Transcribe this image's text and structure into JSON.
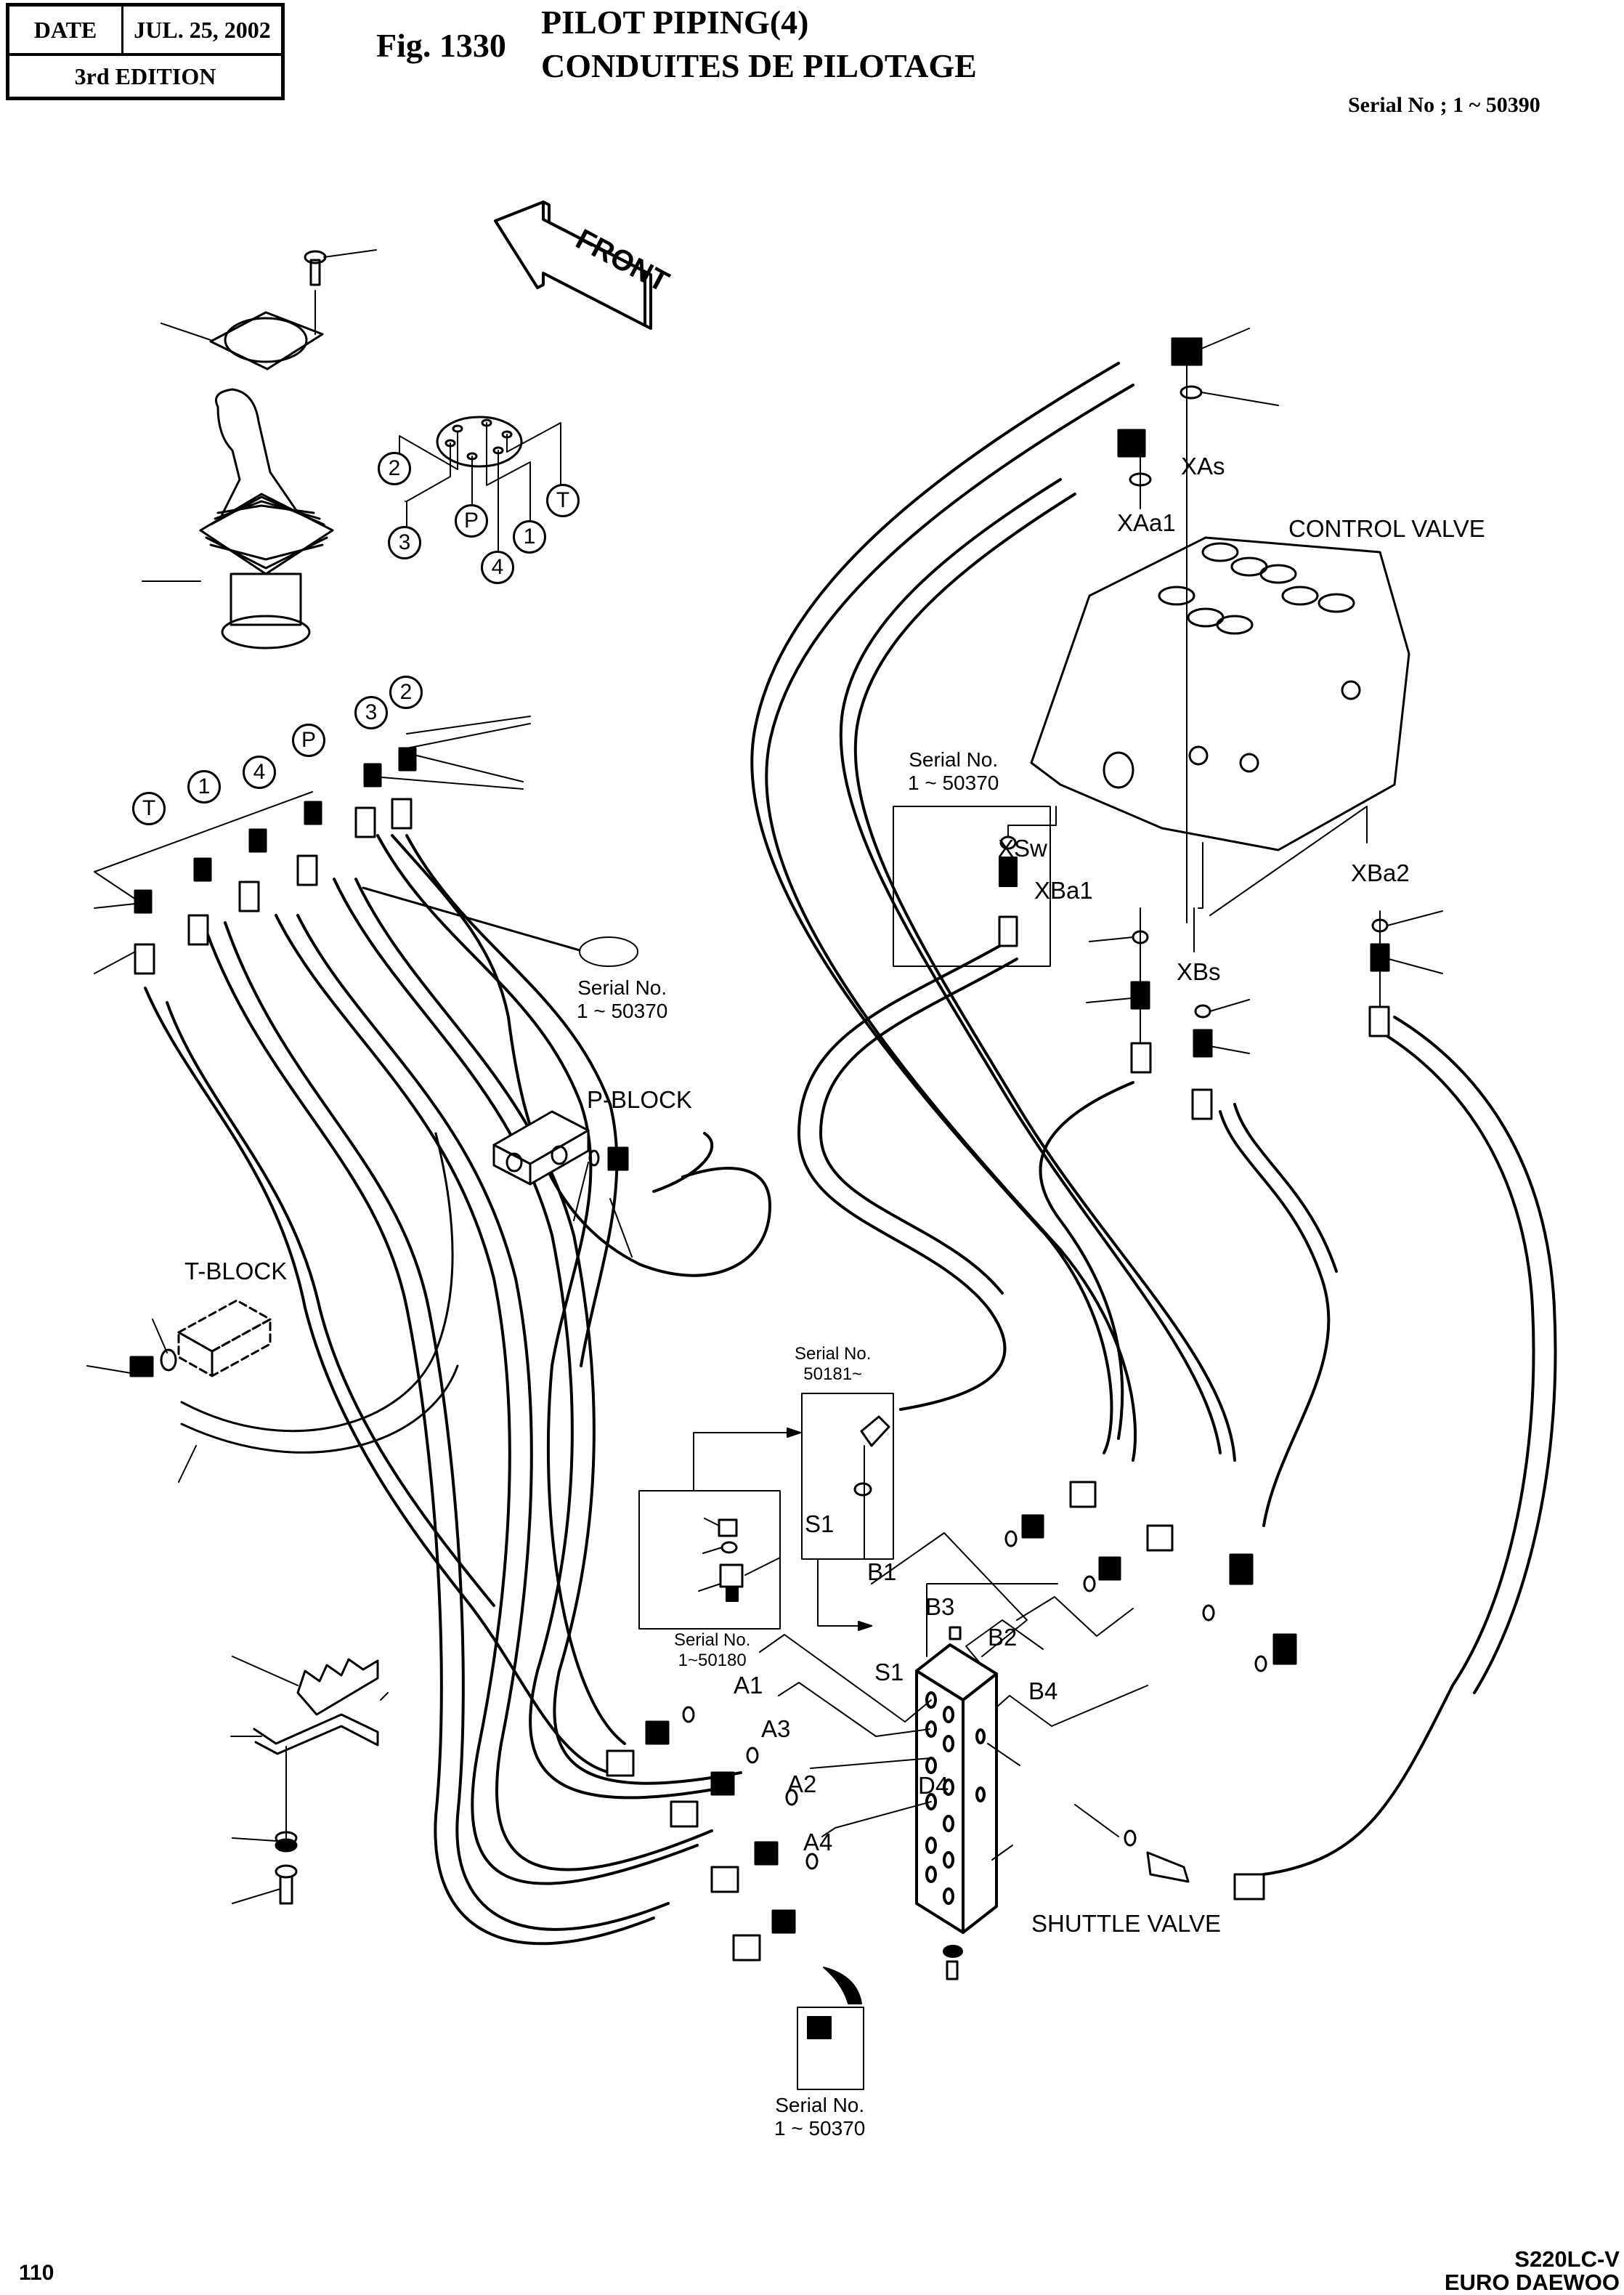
{
  "header": {
    "date_label": "DATE",
    "date_value": "JUL. 25, 2002",
    "edition": "3rd  EDITION",
    "figure_number": "Fig. 1330",
    "title_en": "PILOT PIPING(4)",
    "title_fr": "CONDUITES DE PILOTAGE",
    "serial_range": "Serial No ; 1 ~ 50390"
  },
  "footer": {
    "page_number": "110",
    "model": "S220LC-V",
    "brand": "EURO DAEWOO"
  },
  "diagram": {
    "front_arrow_label": "FRONT",
    "components": {
      "control_valve": "CONTROL VALVE",
      "p_block": "P-BLOCK",
      "t_block": "T-BLOCK",
      "shuttle_valve": "SHUTTLE VALVE"
    },
    "joystick_pins": [
      "2",
      "3",
      "P",
      "4",
      "1",
      "T"
    ],
    "fitting_pins": [
      "T",
      "1",
      "4",
      "P",
      "3",
      "2"
    ],
    "control_valve_ports": [
      "XAs",
      "XAa1",
      "XSw",
      "XBa1",
      "XBs",
      "XBa2"
    ],
    "shuttle_valve_ports": [
      "B1",
      "B3",
      "B2",
      "B4",
      "S1",
      "A1",
      "A3",
      "A2",
      "A4",
      "D4"
    ],
    "shuttle_top_port": "S1",
    "serial_notes": {
      "joystick_oring": {
        "line1": "Serial No.",
        "line2": "1 ~ 50370"
      },
      "control_valve_xsw": {
        "line1": "Serial No.",
        "line2": "1 ~ 50370"
      },
      "shuttle_new": {
        "line1": "Serial No.",
        "line2": "50181~"
      },
      "shuttle_old": {
        "line1": "Serial No.",
        "line2": "1~50180"
      },
      "bottom_fitting": {
        "line1": "Serial No.",
        "line2": "1 ~ 50370"
      }
    }
  }
}
